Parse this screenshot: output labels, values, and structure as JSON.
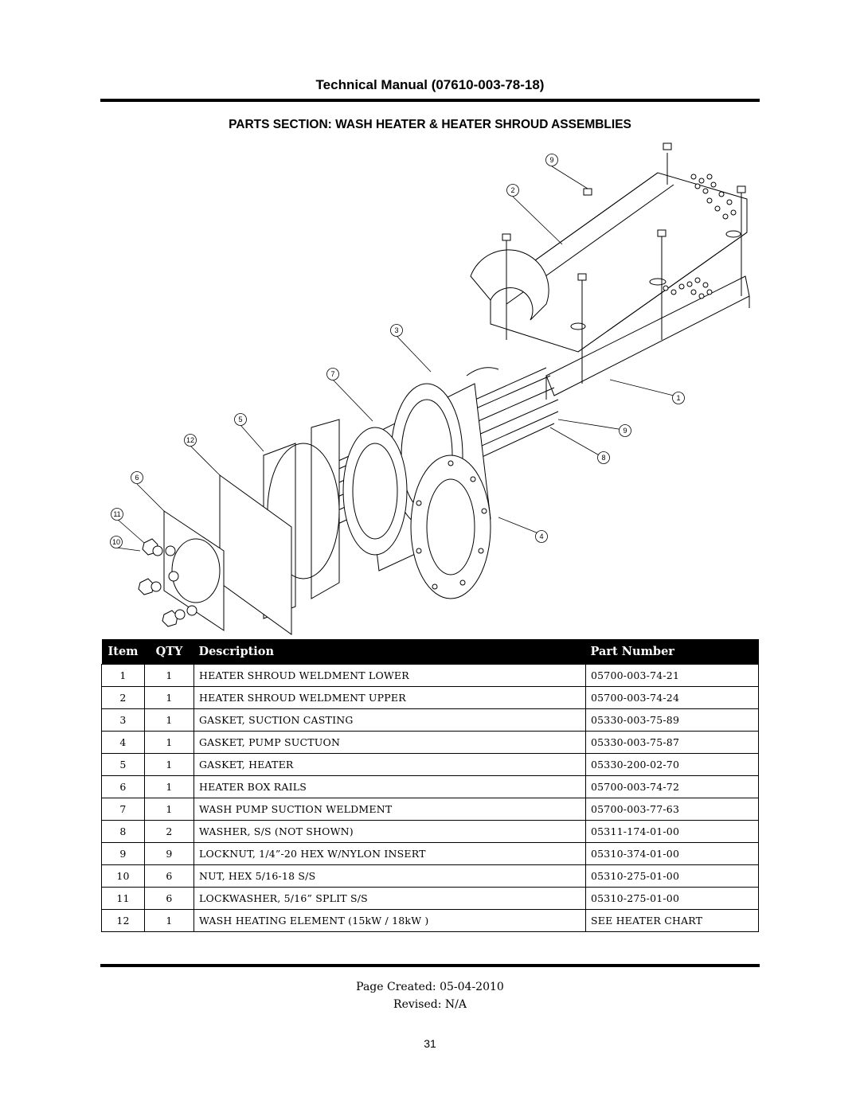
{
  "header": {
    "title": "Technical Manual (07610-003-78-18)"
  },
  "section": {
    "title": "PARTS SECTION: WASH HEATER & HEATER SHROUD ASSEMBLIES"
  },
  "diagram": {
    "callouts": [
      {
        "label": "9"
      },
      {
        "label": "2"
      },
      {
        "label": "3"
      },
      {
        "label": "7"
      },
      {
        "label": "5"
      },
      {
        "label": "12"
      },
      {
        "label": "6"
      },
      {
        "label": "11"
      },
      {
        "label": "10"
      },
      {
        "label": "1"
      },
      {
        "label": "9"
      },
      {
        "label": "8"
      },
      {
        "label": "4"
      }
    ]
  },
  "table": {
    "headers": {
      "item": "Item",
      "qty": "QTY",
      "description": "Description",
      "part_number": "Part Number"
    },
    "rows": [
      {
        "item": "1",
        "qty": "1",
        "description": "HEATER SHROUD WELDMENT LOWER",
        "part_number": "05700-003-74-21"
      },
      {
        "item": "2",
        "qty": "1",
        "description": "HEATER SHROUD WELDMENT UPPER",
        "part_number": "05700-003-74-24"
      },
      {
        "item": "3",
        "qty": "1",
        "description": "GASKET, SUCTION CASTING",
        "part_number": "05330-003-75-89"
      },
      {
        "item": "4",
        "qty": "1",
        "description": "GASKET, PUMP SUCTUON",
        "part_number": "05330-003-75-87"
      },
      {
        "item": "5",
        "qty": "1",
        "description": "GASKET, HEATER",
        "part_number": "05330-200-02-70"
      },
      {
        "item": "6",
        "qty": "1",
        "description": "HEATER BOX RAILS",
        "part_number": "05700-003-74-72"
      },
      {
        "item": "7",
        "qty": "1",
        "description": "WASH PUMP SUCTION WELDMENT",
        "part_number": "05700-003-77-63"
      },
      {
        "item": "8",
        "qty": "2",
        "description": "WASHER, S/S (NOT SHOWN)",
        "part_number": "05311-174-01-00"
      },
      {
        "item": "9",
        "qty": "9",
        "description": "LOCKNUT, 1/4”-20 HEX W/NYLON INSERT",
        "part_number": "05310-374-01-00"
      },
      {
        "item": "10",
        "qty": "6",
        "description": "NUT, HEX 5/16-18 S/S",
        "part_number": "05310-275-01-00"
      },
      {
        "item": "11",
        "qty": "6",
        "description": "LOCKWASHER, 5/16” SPLIT S/S",
        "part_number": "05310-275-01-00"
      },
      {
        "item": "12",
        "qty": "1",
        "description": "WASH HEATING ELEMENT (15kW  / 18kW )",
        "part_number": "SEE HEATER CHART"
      }
    ]
  },
  "footer": {
    "created": "Page Created: 05-04-2010",
    "revised": "Revised: N/A",
    "page_number": "31"
  }
}
